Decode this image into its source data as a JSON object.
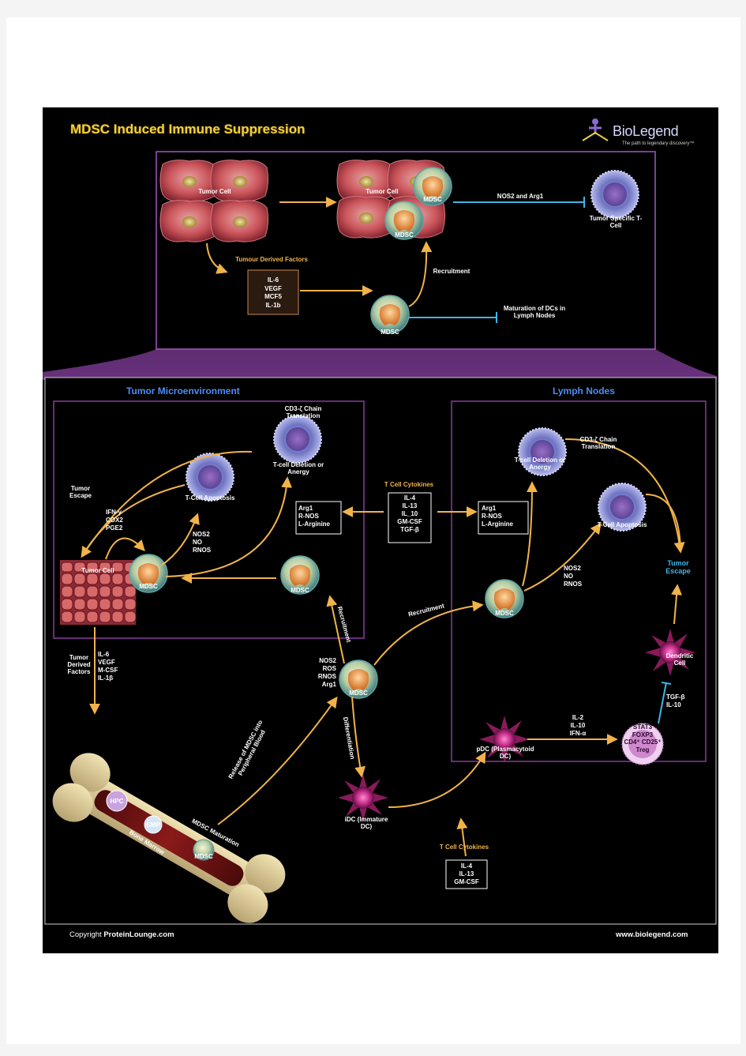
{
  "header": {
    "title": "MDSC Induced Immune Suppression",
    "brand": "BioLegend",
    "tagline": "The path to legendary discovery™"
  },
  "top_panel": {
    "tumor_cell_1": "Tumor Cell",
    "tumor_cell_2": "Tumor Cell",
    "mdsc_1": "MDSC",
    "mdsc_2": "MDSC",
    "mdsc_3": "MDSC",
    "nos2_arg1": "NOS2 and Arg1",
    "tumor_specific_tcell": "Tumor Specific T-Cell",
    "tumour_derived_factors": "Tumour Derived Factors",
    "factors_box": [
      "IL-6",
      "VEGF",
      "MCF5",
      "IL-1b"
    ],
    "recruitment": "Recruitment",
    "maturation_dcs": "Maturation of DCs in Lymph Nodes"
  },
  "tumor_microenvironment": {
    "heading": "Tumor Microenvironment",
    "cd3_chain": "CD3-ζ Chain Translation",
    "tcell_deletion": "T-cell Deletion or Anergy",
    "tumor_escape": "Tumor Escape",
    "tcell_apoptosis": "T-Cell Apoptosis",
    "ifn_list": [
      "IFN-γ",
      "COX2",
      "PGE2"
    ],
    "nos_list": [
      "NOS2",
      "NO",
      "RNOS"
    ],
    "arg_box": [
      "Arg1",
      "R-NOS",
      "L-Arginine"
    ],
    "tumor_cell": "Tumor Cell",
    "mdsc_a": "MDSC",
    "mdsc_b": "MDSC",
    "recruitment": "Recruitment"
  },
  "center": {
    "tcell_cytokines": "T Cell Cytokines",
    "cytokines_box": [
      "IL-4",
      "IL-13",
      "IL_10",
      "GM-CSF",
      "TGF-β"
    ],
    "recruitment": "Recruitment",
    "mdsc_markers": [
      "NOS2",
      "ROS",
      "RNOS",
      "Arg1"
    ],
    "mdsc": "MDSC",
    "differentiation": "Differentiation",
    "release": "Release of MDSC into Peripheral Blood",
    "idc": "iDC (Immature DC)",
    "tcell_cytokines_2": "T Cell Cytokines",
    "cytokines_box_2": [
      "IL-4",
      "IL-13",
      "GM-CSF"
    ]
  },
  "lymph_nodes": {
    "heading": "Lymph Nodes",
    "cd3_chain": "CD3-ζ Chain Translation",
    "tcell_deletion": "T-cell Deletion or Anergy",
    "arg_box": [
      "Arg1",
      "R-NOS",
      "L-Arginine"
    ],
    "tcell_apoptosis": "T-Cell Apoptosis",
    "tumor_escape": "Tumor Escape",
    "nos_list": [
      "NOS2",
      "NO",
      "RNOS"
    ],
    "mdsc": "MDSC",
    "dendritic_cell": "Dendritic Cell",
    "tgf_list": [
      "TGF-β",
      "IL-10"
    ],
    "il_list": [
      "IL-2",
      "IL-10",
      "IFN-α"
    ],
    "pdc": "pDC (Plasmacytoid DC)",
    "treg": [
      "STAT3",
      "FOXP3",
      "CD4⁺ CD25⁺",
      "Treg"
    ]
  },
  "bone_marrow": {
    "tumor_derived_factors": "Tumor Derived Factors",
    "factors_list": [
      "IL-6",
      "VEGF",
      "M-CSF",
      "IL-1β"
    ],
    "hpc": "HPC",
    "cmp": "CMP",
    "mdsc": "MDSC",
    "mdsc_maturation": "MDSC Maturation",
    "bone_marrow": "Bone Marrow"
  },
  "footer": {
    "copyright_prefix": "Copyright ",
    "copyright_brand": "ProteinLounge.com",
    "website": "www.biolegend.com"
  },
  "colors": {
    "poster_bg": "#000000",
    "title": "#f2d23a",
    "arrow": "#f1b34a",
    "inhibit": "#3fb5e8",
    "panel_border": "#8a3aa0",
    "blue_heading": "#4f8cf5"
  }
}
